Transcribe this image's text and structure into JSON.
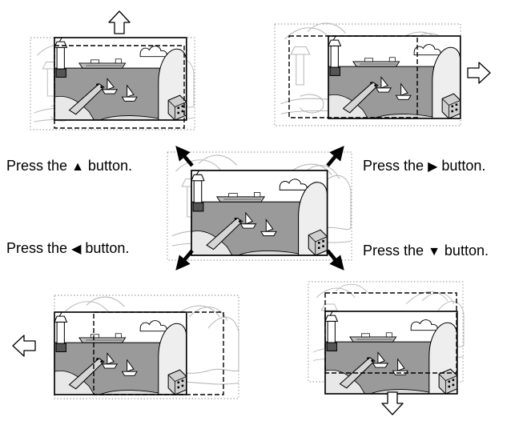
{
  "instructions": {
    "up": {
      "prefix": "Press the",
      "symbol": "▲",
      "suffix": "button."
    },
    "right": {
      "prefix": "Press the",
      "symbol": "▶",
      "suffix": "button."
    },
    "left": {
      "prefix": "Press the",
      "symbol": "◀",
      "suffix": "button."
    },
    "down": {
      "prefix": "Press the",
      "symbol": "▼",
      "suffix": "button."
    }
  },
  "icons": {
    "scroll_up": "outline-arrow-up-icon",
    "scroll_right": "outline-arrow-right-icon",
    "scroll_left": "outline-arrow-left-icon",
    "scroll_down": "outline-arrow-down-icon",
    "direction_arrows": "bold-diagonal-arrow-icon"
  },
  "colors": {
    "water": "#9a9a9a",
    "outline": "#000000",
    "dotted_frame": "#8a8a8a",
    "background_sketch": "#b8b8b8"
  }
}
